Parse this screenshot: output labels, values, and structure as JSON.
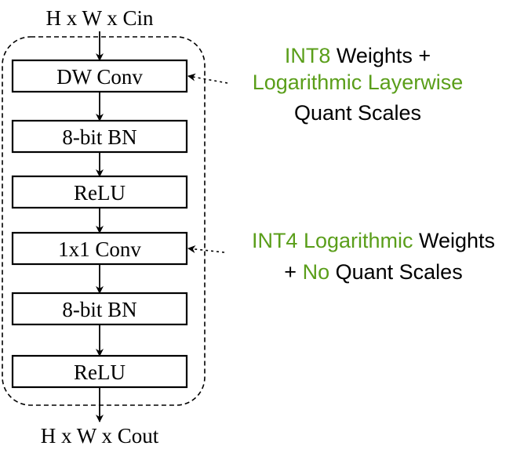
{
  "input_label": "H x W x Cin",
  "output_label": "H x W x Cout",
  "blocks": [
    "DW Conv",
    "8-bit BN",
    "ReLU",
    "1x1 Conv",
    "8-bit BN",
    "ReLU"
  ],
  "notes": {
    "dw": {
      "line1": [
        {
          "text": "INT8",
          "color": "#5a9e1a"
        },
        {
          "text": " Weights +",
          "color": "#000000"
        }
      ],
      "line2": [
        {
          "text": "Logarithmic Layerwise",
          "color": "#5a9e1a"
        }
      ],
      "line3": [
        {
          "text": "Quant Scales",
          "color": "#000000"
        }
      ]
    },
    "pw": {
      "line1": [
        {
          "text": "INT4 Logarithmic",
          "color": "#5a9e1a"
        },
        {
          "text": " Weights",
          "color": "#000000"
        }
      ],
      "line2": [
        {
          "text": "+ ",
          "color": "#000000"
        },
        {
          "text": "No",
          "color": "#5a9e1a"
        },
        {
          "text": " Quant Scales",
          "color": "#000000"
        }
      ]
    }
  },
  "colors": {
    "accent": "#5a9e1a",
    "text": "#000000",
    "stroke": "#000000"
  }
}
